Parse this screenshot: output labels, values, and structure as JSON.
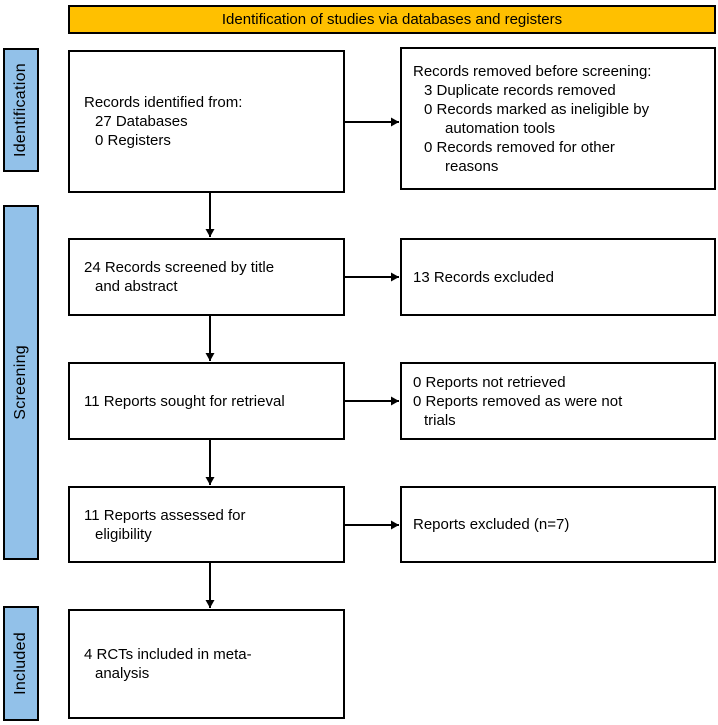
{
  "header": {
    "title": "Identification of studies via databases and registers"
  },
  "colors": {
    "header_bg": "#FFC000",
    "stage_bg": "#92C1E9",
    "box_bg": "#FFFFFF",
    "border": "#000000"
  },
  "stages": {
    "identification": "Identification",
    "screening": "Screening",
    "included": "Included"
  },
  "flow": {
    "records_identified": {
      "lines": [
        "Records identified from:",
        "27 Databases",
        "0 Registers"
      ]
    },
    "records_removed": {
      "lines": [
        "Records removed before screening:",
        "3 Duplicate records removed",
        "0 Records marked as ineligible by",
        "automation tools",
        "0 Records removed for other",
        "reasons"
      ]
    },
    "records_screened": {
      "lines": [
        "24 Records screened by title",
        "and abstract"
      ]
    },
    "records_excluded": {
      "lines": [
        "13 Records excluded"
      ]
    },
    "reports_sought": {
      "lines": [
        "11 Reports sought for retrieval"
      ]
    },
    "reports_not_retrieved": {
      "lines": [
        "0 Reports not retrieved",
        "0 Reports removed as were not",
        "trials"
      ]
    },
    "reports_assessed": {
      "lines": [
        "11 Reports assessed for",
        "eligibility"
      ]
    },
    "reports_excluded": {
      "lines": [
        "Reports excluded (n=7)"
      ]
    },
    "rcts_included": {
      "lines": [
        "4 RCTs included in meta-",
        "analysis"
      ]
    }
  }
}
